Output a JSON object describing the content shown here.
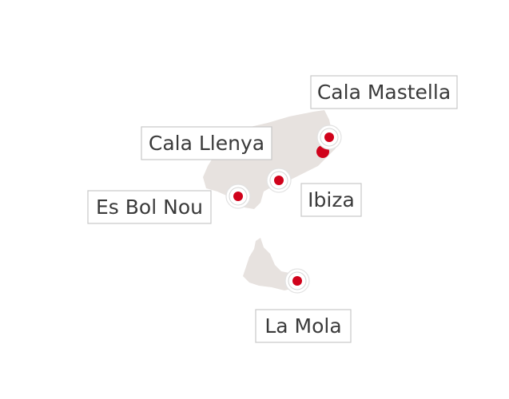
{
  "map": {
    "locations": [
      {
        "key": "cala-mastella",
        "label": "Cala Mastella"
      },
      {
        "key": "cala-llenya",
        "label": "Cala Llenya"
      },
      {
        "key": "ibiza",
        "label": "Ibiza"
      },
      {
        "key": "es-bol-nou",
        "label": "Es Bol Nou"
      },
      {
        "key": "la-mola",
        "label": "La Mola"
      }
    ]
  },
  "colors": {
    "land": "#e7e2df",
    "marker": "#d0021b",
    "label_border": "#c8c8c8",
    "label_text": "#3a3a3a",
    "background": "#ffffff"
  }
}
